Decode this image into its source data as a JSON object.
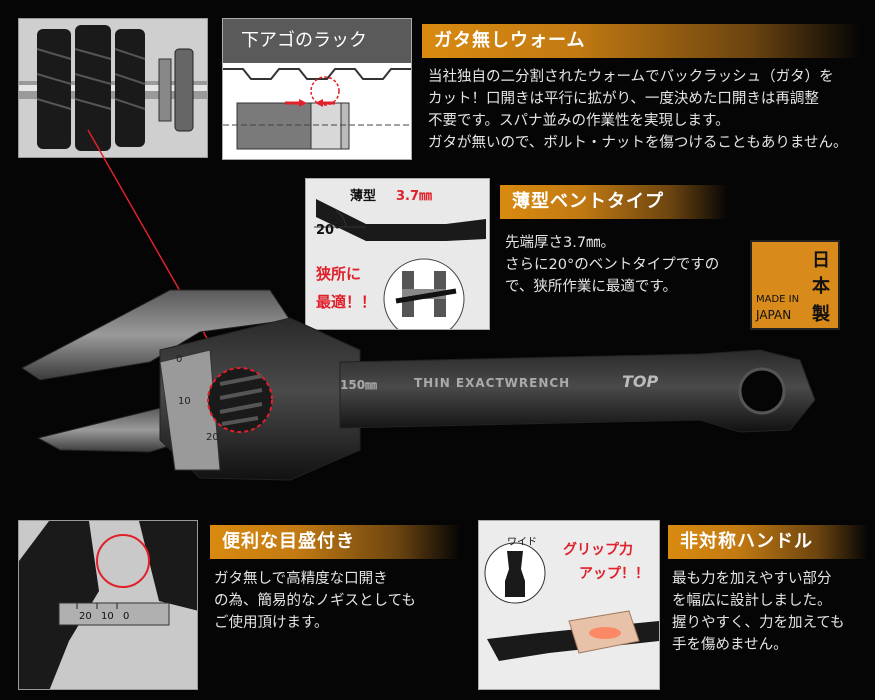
{
  "worm": {
    "heading": "ガタ無しウォーム",
    "lines": [
      "当社独自の二分割されたウォームでバックラッシュ（ガタ）を",
      "カット！口開きは平行に拡がり、一度決めた口開きは再調整",
      "不要です。スパナ並みの作業性を実現します。",
      "ガタが無いので、ボルト・ナットを傷つけることもありません。"
    ],
    "diagram_label": "下アゴのラック"
  },
  "vent": {
    "heading": "薄型ベントタイプ",
    "lines": [
      "先端厚さ3.7㎜。",
      "さらに20°のベントタイプですの",
      "で、狭所作業に最適です。"
    ],
    "thin_label": "薄型",
    "thickness": "3.7㎜",
    "angle": "20°",
    "narrow_line1": "狭所に",
    "narrow_line2": "最適！！"
  },
  "japan_badge": {
    "kanji1": "日",
    "kanji2": "本",
    "kanji3": "製",
    "made_in": "MADE IN",
    "japan": "JAPAN"
  },
  "wrench": {
    "size_marking": "150㎜",
    "model_marking": "THIN EXACTWRENCH",
    "brand": "TOP",
    "scale_0": "0",
    "scale_10": "10",
    "scale_20": "20"
  },
  "scale": {
    "heading": "便利な目盛付き",
    "lines": [
      "ガタ無しで高精度な口開き",
      "の為、簡易的なノギスとしても",
      "ご使用頂けます。"
    ],
    "ticks": [
      "20",
      "10",
      "0"
    ]
  },
  "handle": {
    "heading": "非対称ハンドル",
    "lines": [
      "最も力を加えやすい部分",
      "を幅広に設計しました。",
      "握りやすく、力を加えても",
      "手を傷めません。"
    ],
    "width_label": "ワイド",
    "grip_line1": "グリップ力",
    "grip_line2": "アップ！！"
  },
  "colors": {
    "accent": "#d98a10",
    "highlight": "#e0202a",
    "background": "#050505"
  }
}
